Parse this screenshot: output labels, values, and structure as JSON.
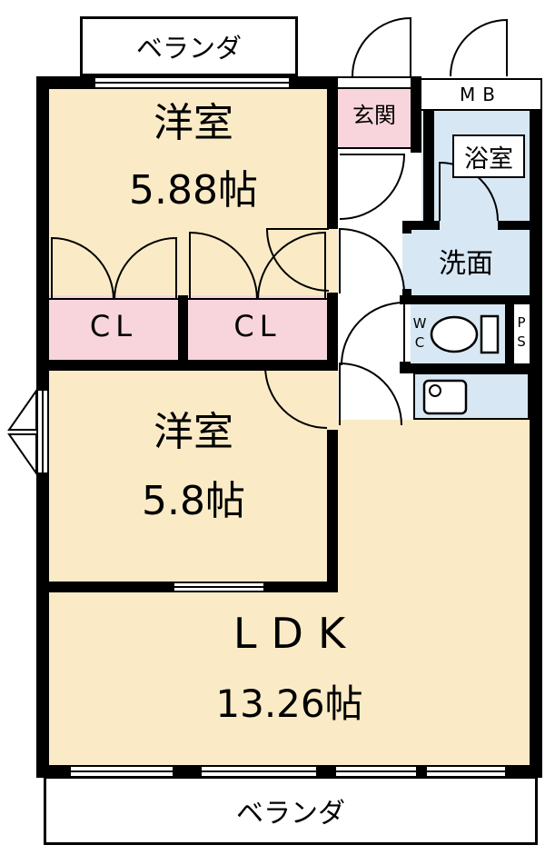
{
  "title": "apartment-floor-plan",
  "colors": {
    "room": "#FAEBC6",
    "closet": "#F8D5DD",
    "water": "#D7E8F4",
    "wall": "#000000",
    "bg": "#FFFFFF"
  },
  "balcony_top": {
    "label": "ベランダ"
  },
  "balcony_bottom": {
    "label": "ベランダ"
  },
  "rooms": {
    "bedroom1": {
      "label": "洋室",
      "size": "5.88帖"
    },
    "bedroom2": {
      "label": "洋室",
      "size": "5.8帖"
    },
    "ldk": {
      "label": "LDK",
      "size": "13.26帖"
    },
    "entrance": {
      "label": "玄関"
    },
    "meter_box": {
      "label": "MB"
    },
    "bath": {
      "label": "浴室"
    },
    "washroom": {
      "label": "洗面"
    },
    "toilet": {
      "label": "WC"
    },
    "pipe_space": {
      "label": "PS"
    },
    "closet1": {
      "label": "CL"
    },
    "closet2": {
      "label": "CL"
    }
  },
  "icons": {
    "toilet": "toilet-icon",
    "kitchen_sink": "kitchen-sink-icon",
    "door_swings": "door-swing-arc",
    "casement_window": "casement-window-icon"
  }
}
